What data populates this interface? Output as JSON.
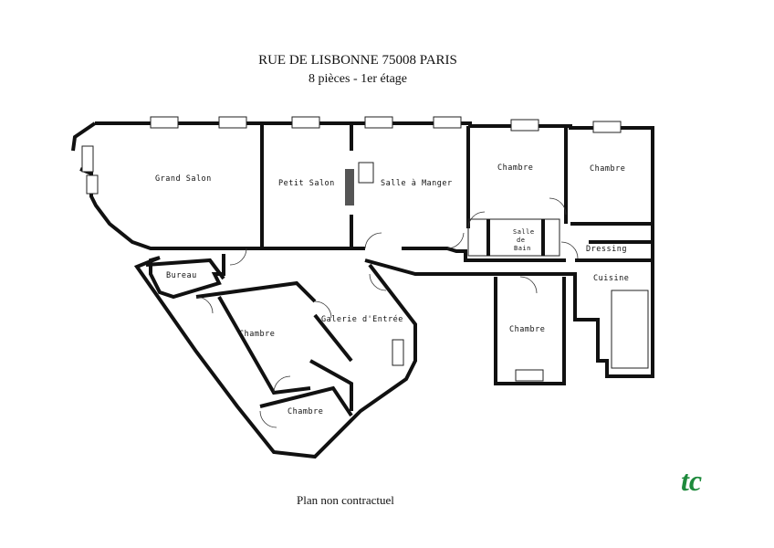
{
  "header": {
    "address": "RUE DE LISBONNE 75008 PARIS",
    "subtitle": "8 pièces - 1er étage"
  },
  "rooms": {
    "grand_salon": "Grand Salon",
    "petit_salon": "Petit Salon",
    "salle_a_manger": "Salle à Manger",
    "chambre_1": "Chambre",
    "chambre_2": "Chambre",
    "salle_de_bain_1": "Salle",
    "salle_de_bain_2": "de",
    "salle_de_bain_3": "Bain",
    "dressing": "Dressing",
    "cuisine": "Cuisine",
    "chambre_3": "Chambre",
    "bureau": "Bureau",
    "galerie": "Galerie d'Entrée",
    "chambre_4": "Chambre",
    "chambre_5": "Chambre"
  },
  "footer": {
    "note": "Plan non contractuel"
  },
  "logo": {
    "color": "#1e8a3c",
    "letters": "tc"
  }
}
